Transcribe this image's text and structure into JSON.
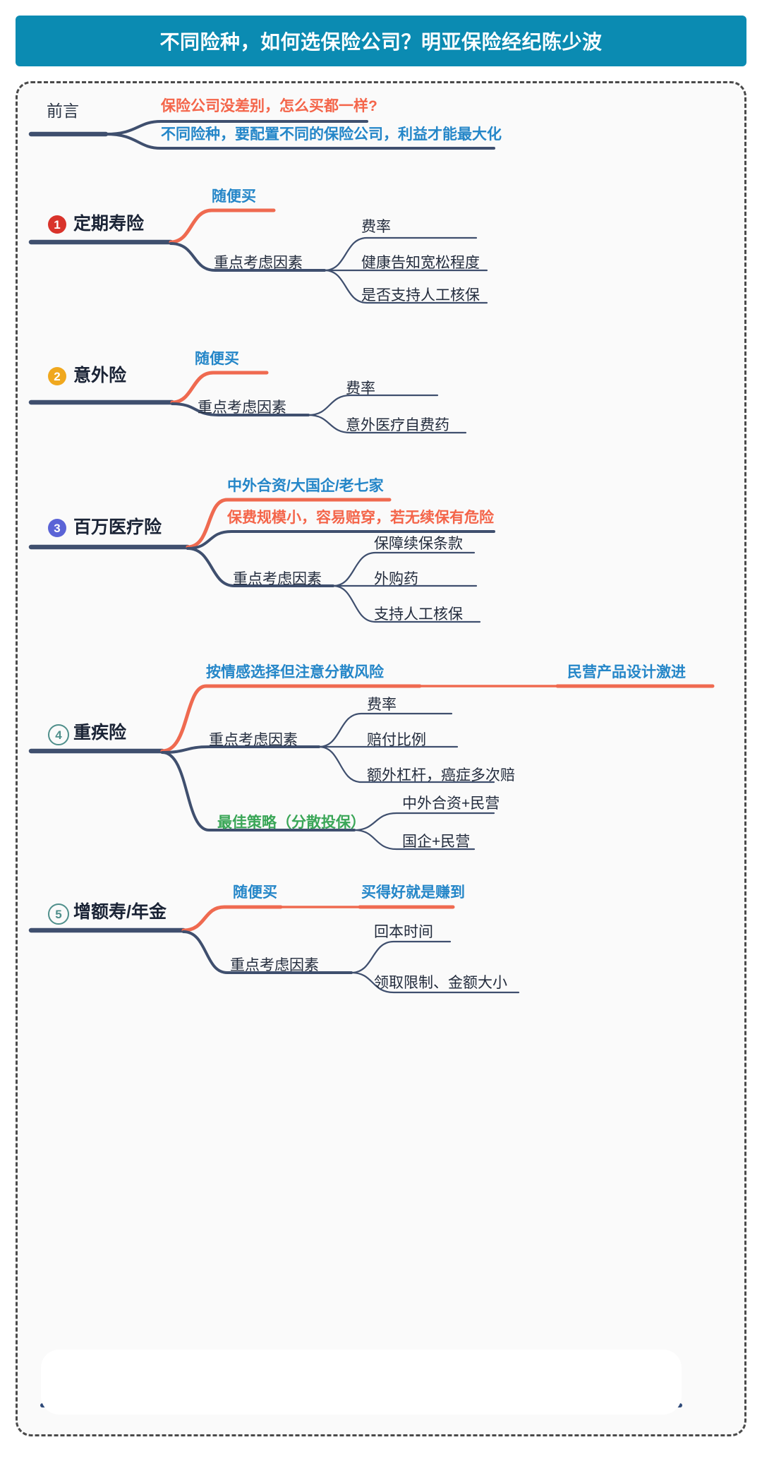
{
  "header": {
    "title": "不同险种，如何选保险公司？明亚保险经纪陈少波",
    "bg_color": "#0b8bb2",
    "text_color": "#ffffff"
  },
  "palette": {
    "trunk_navy": "#3f4f6e",
    "branch_red": "#ef6a50",
    "accent_blue": "#2486c8",
    "accent_green": "#3aa657",
    "badge_red": "#d9332b",
    "badge_orange": "#f0a81e",
    "badge_purple": "#5a63d6",
    "badge_teal": "#4f8f8b",
    "board_bg": "#fafafa",
    "board_border": "#4a4a4a"
  },
  "preface": {
    "label": "前言",
    "branches": [
      {
        "text": "保险公司没差别，怎么买都一样?",
        "style": "red"
      },
      {
        "text": "不同险种，要配置不同的保险公司，利益才能最大化",
        "style": "blue"
      }
    ]
  },
  "sections": [
    {
      "index": "1",
      "badge_style": "solid-red",
      "title": "定期寿险",
      "highlights": [
        {
          "text": "随便买",
          "style": "blue"
        }
      ],
      "factors_label": "重点考虑因素",
      "factors": [
        "费率",
        "健康告知宽松程度",
        "是否支持人工核保"
      ]
    },
    {
      "index": "2",
      "badge_style": "solid-orange",
      "title": "意外险",
      "highlights": [
        {
          "text": "随便买",
          "style": "blue"
        }
      ],
      "factors_label": "重点考虑因素",
      "factors": [
        "费率",
        "意外医疗自费药"
      ]
    },
    {
      "index": "3",
      "badge_style": "solid-purple",
      "title": "百万医疗险",
      "highlights": [
        {
          "text": "中外合资/大国企/老七家",
          "style": "blue"
        },
        {
          "text": "保费规模小，容易赔穿，若无续保有危险",
          "style": "red"
        }
      ],
      "factors_label": "重点考虑因素",
      "factors": [
        "保障续保条款",
        "外购药",
        "支持人工核保"
      ]
    },
    {
      "index": "4",
      "badge_style": "hollow-teal",
      "title": "重疾险",
      "highlights": [
        {
          "text": "按情感选择但注意分散风险",
          "style": "blue"
        },
        {
          "text": "民营产品设计激进",
          "style": "blue"
        }
      ],
      "factors_label": "重点考虑因素",
      "factors": [
        "费率",
        "赔付比例",
        "额外杠杆，癌症多次赔"
      ],
      "strategy_label": "最佳策略（分散投保）",
      "strategy_items": [
        "中外合资+民营",
        "国企+民营"
      ]
    },
    {
      "index": "5",
      "badge_style": "hollow-teal",
      "title": "增额寿/年金",
      "highlights": [
        {
          "text": "随便买",
          "style": "blue"
        },
        {
          "text": "买得好就是赚到",
          "style": "blue"
        }
      ],
      "factors_label": "重点考虑因素",
      "factors": [
        "回本时间",
        "领取限制、金额大小"
      ]
    }
  ],
  "footer": {
    "card_visible": true,
    "bar_color": "#2f4a79"
  }
}
